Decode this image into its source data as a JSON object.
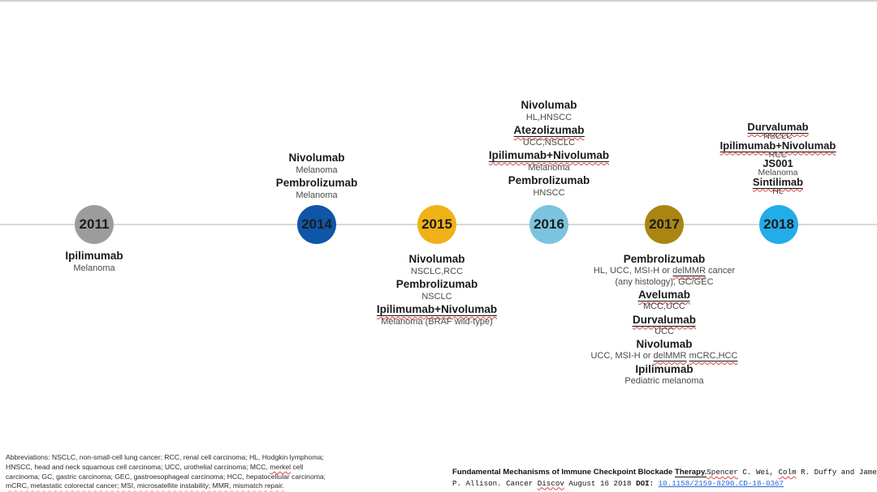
{
  "figure": {
    "type": "timeline",
    "topic": "Timeline of immune checkpoint blockade therapy approvals",
    "axis_line_color": "#d8d8d8",
    "squiggle_color": "#e0443c"
  },
  "timeline": {
    "years": [
      {
        "label": "2011",
        "color": "#9c9c9c"
      },
      {
        "label": "2014",
        "color": "#0f56a8"
      },
      {
        "label": "2015",
        "color": "#f0b216"
      },
      {
        "label": "2016",
        "color": "#7cc3e0"
      },
      {
        "label": "2017",
        "color": "#aa8512"
      },
      {
        "label": "2018",
        "color": "#22ade8"
      }
    ]
  },
  "groups": {
    "above2014": {
      "entries": [
        {
          "drug": "Nivolumab",
          "ind": "Melanoma"
        },
        {
          "drug": "Pembrolizumab",
          "ind": "Melanoma"
        }
      ]
    },
    "above2016": {
      "entries": [
        {
          "drug": "Nivolumab",
          "ind": "HL,HNSCC"
        },
        {
          "drug": "Atezolizumab",
          "ind": "UCC,NSCLC"
        },
        {
          "drug": "Ipilimumab+Nivolumab",
          "ind": "Melanoma"
        },
        {
          "drug": "Pembrolizumab",
          "ind": "HNSCC"
        }
      ]
    },
    "above2018": {
      "entries": [
        {
          "drug": "Durvalumab",
          "ind": "NSCLC"
        },
        {
          "drug": "Ipilimumab+Nivolumab",
          "ind": "RCC"
        },
        {
          "drug": "JS001",
          "ind": "Melanoma"
        },
        {
          "drug": "Sintilimab",
          "ind": "HL"
        }
      ]
    },
    "below2011": {
      "entries": [
        {
          "drug": "Ipilimumab",
          "ind": "Melanoma"
        }
      ]
    },
    "below2015": {
      "entries": [
        {
          "drug": "Nivolumab",
          "ind": "NSCLC,RCC"
        },
        {
          "drug": "Pembrolizumab",
          "ind": "NSCLC"
        },
        {
          "drug": "Ipilimumab+Nivolumab",
          "ind": "Melanoma (BRAF wild-type)"
        }
      ]
    },
    "below2017": {
      "entries": [
        {
          "drug": "Pembrolizumab",
          "ind1_pre": "HL, UCC, MSI-H or ",
          "ind1_marked": "delMMR",
          "ind1_post": " cancer",
          "ind2": "(any histology), GC/GEC"
        },
        {
          "drug": "Avelumab",
          "ind": "MCC,UCC"
        },
        {
          "drug": "Durvalumab",
          "ind": "UCC"
        },
        {
          "drug": "Nivolumab",
          "ind_pre": "UCC, MSI-H or ",
          "ind_marked1": "delMMR",
          "ind_sep": " ",
          "ind_marked2": "mCRC,HCC"
        },
        {
          "drug": "Ipilimumab",
          "ind": "Pediatric melanoma"
        }
      ]
    }
  },
  "footnote": {
    "line1": "Abbreviations: NSCLC, non-small-cell lung cancer; RCC, renal cell carcinoma; HL, Hodgkin lymphoma;",
    "line2_pre": "HNSCC, head and neck squamous cell carcinoma; UCC, urothelial carcinoma; MCC, ",
    "line2_marked": "merkel",
    "line2_post": " cell",
    "line3": "carcinoma; GC, gastric carcinoma; GEC, gastroesophageal carcinoma; HCC, hepatocellular carcinoma;",
    "line4": "mCRC, metastatic colorectal cancer; MSI, microsatellite instability; MMR, mismatch repair."
  },
  "citation": {
    "title": "Fundamental Mechanisms of Immune Checkpoint Blockade ",
    "title_underlined": "Therapy.",
    "author1": "Spencer",
    "mid1": " C. Wei, ",
    "author2": "Colm",
    "mid2": " R. Duffy and James",
    "line2_pre": "P. Allison. Cancer ",
    "journal": "Discov",
    "line2_mid": " August 16 2018 ",
    "doi_label": "DOI:",
    "space": " ",
    "doi_link": "10.1158/2159-8290.CD-18-0367"
  }
}
